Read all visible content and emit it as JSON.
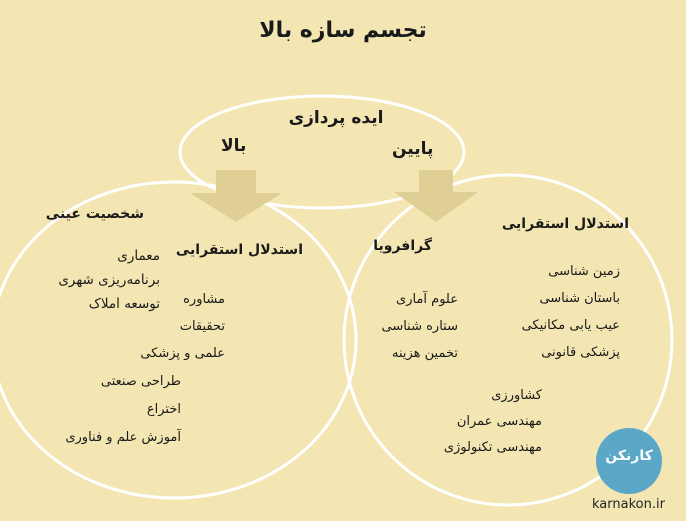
{
  "title": "تجسم سازه بالا",
  "center": {
    "label": "ایده پردازی",
    "left_label": "بالا",
    "right_label": "پایین"
  },
  "left": {
    "heading_a": "شخصیت عینی",
    "items_a": [
      "معماری",
      "برنامه‌ریزی شهری",
      "توسعه املاک"
    ],
    "heading_b": "استدلال استقرایی",
    "items_b": [
      "مشاوره",
      "تحقیقات",
      "علمی و پزشکی"
    ],
    "items_c": [
      "طراحی صنعتی",
      "اختراع",
      "آموزش علم و فناوری"
    ]
  },
  "right": {
    "heading_a": "گرافرویا",
    "items_a": [
      "علوم آماری",
      "ستاره شناسی",
      "تخمین هزینه"
    ],
    "heading_b": "استدلال استقرایی",
    "items_b": [
      "زمین شناسی",
      "باستان شناسی",
      "عیب یابی مکانیکی",
      "پزشکی قانونی"
    ],
    "items_c": [
      "کشاورزی",
      "مهندسی عمران",
      "مهندسی تکنولوژی"
    ]
  },
  "logo": {
    "text": "کارنکن",
    "site": "karnakon.ir"
  },
  "colors": {
    "background": "#f3e6b3",
    "outline": "#ffffff",
    "arrow": "#e0cf95",
    "logo": "#5aa7c8"
  }
}
